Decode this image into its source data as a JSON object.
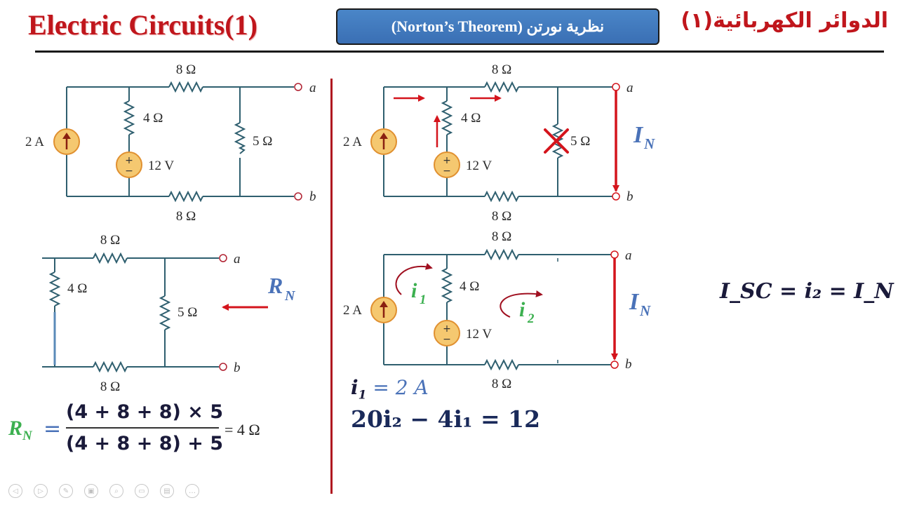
{
  "header": {
    "title_en": "Electric Circuits(1)",
    "topic": "(Norton’s Theorem) نظرية نورتن",
    "title_ar": "الدوائر الكهربائية(١)"
  },
  "circuit_original": {
    "top_resistor": "8 Ω",
    "bottom_resistor": "8 Ω",
    "left_resistor": "4 Ω",
    "right_resistor": "5 Ω",
    "current_source": "2 A",
    "voltage_source": "12 V",
    "node_a": "a",
    "node_b": "b"
  },
  "circuit_rn": {
    "top_resistor": "8 Ω",
    "bottom_resistor": "8 Ω",
    "left_resistor": "4 Ω",
    "right_resistor": "5 Ω",
    "node_a": "a",
    "node_b": "b",
    "label": "R",
    "label_sub": "N"
  },
  "circuit_isc": {
    "top_resistor": "8 Ω",
    "bottom_resistor": "8 Ω",
    "left_resistor": "4 Ω",
    "right_resistor": "5 Ω",
    "current_source": "2 A",
    "voltage_source": "12 V",
    "node_a": "a",
    "node_b": "b",
    "current_label": "I",
    "current_sub": "N"
  },
  "circuit_mesh": {
    "top_resistor": "8 Ω",
    "bottom_resistor": "8 Ω",
    "left_resistor": "4 Ω",
    "current_source": "2 A",
    "voltage_source": "12 V",
    "node_a": "a",
    "node_b": "b",
    "mesh1": "i",
    "mesh1_sub": "1",
    "mesh2": "i",
    "mesh2_sub": "2",
    "current_label": "I",
    "current_sub": "N"
  },
  "equations": {
    "rn_lhs": "R",
    "rn_lhs_sub": "N",
    "rn_eq": "=",
    "rn_numerator": "(4 + 8 + 8) × 5",
    "rn_denominator": "(4 + 8 + 8) + 5",
    "rn_result": "= 4 Ω",
    "i1": "i",
    "i1_sub": "1",
    "i1_rhs": " = 2 A",
    "mesh_eq": "20i₂ − 4i₁ = 12",
    "isc_eq": "I_SC = i₂ = I_N"
  },
  "player_controls": [
    "◁",
    "▷",
    "✎",
    "▣",
    "⌕",
    "▭",
    "▤",
    "…"
  ]
}
